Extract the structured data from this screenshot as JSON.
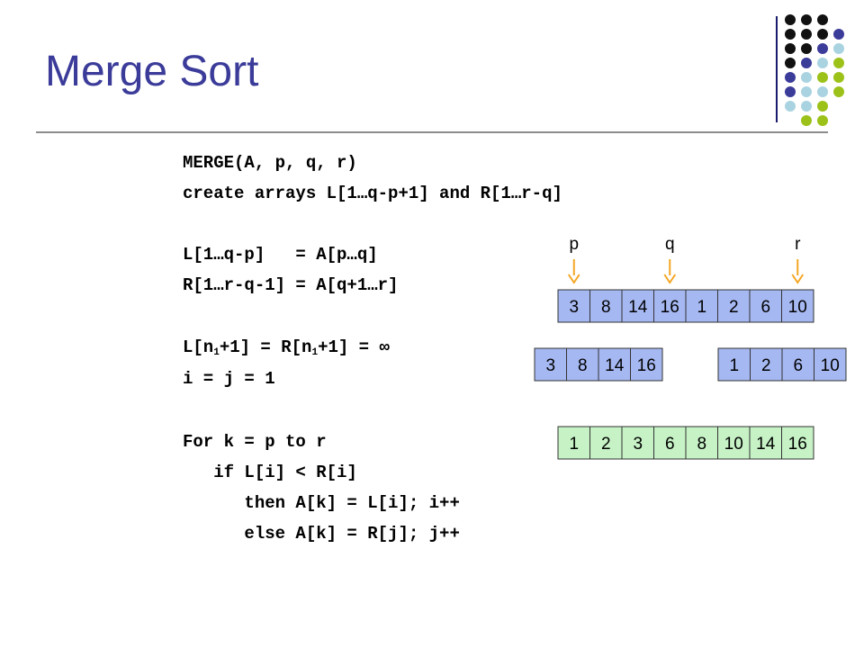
{
  "slide": {
    "title": "Merge Sort"
  },
  "code": {
    "l1": "MERGE(A, p, q, r)",
    "l2": "create arrays L[1…q-p+1] and R[1…r-q]",
    "l3": "L[1…q-p]   = A[p…q]",
    "l4": "R[1…r-q-1] = A[q+1…r]",
    "l5a": "L[n",
    "l5sub1": "1",
    "l5b": "+1] = R[n",
    "l5sub2": "1",
    "l5c": "+1] = ∞",
    "l6": "i = j = 1",
    "l7": "For k = p to r",
    "l8": "   if L[i] < R[i]",
    "l9": "      then A[k] = L[i]; i++",
    "l10": "      else A[k] = R[j]; j++"
  },
  "diagram": {
    "pointers": [
      {
        "label": "p",
        "index": 0
      },
      {
        "label": "q",
        "index": 3
      },
      {
        "label": "r",
        "index": 7
      }
    ],
    "array_A": [
      "3",
      "8",
      "14",
      "16",
      "1",
      "2",
      "6",
      "10"
    ],
    "array_L": [
      "3",
      "8",
      "14",
      "16"
    ],
    "array_R": [
      "1",
      "2",
      "6",
      "10"
    ],
    "array_merged": [
      "1",
      "2",
      "3",
      "6",
      "8",
      "10",
      "14",
      "16"
    ],
    "colors": {
      "cell_blue": "#a6b8f2",
      "cell_green": "#c6f2c6",
      "pointer_arrow": "#f5a623"
    }
  },
  "decor": {
    "colors": {
      "black": "#111111",
      "purple": "#3b3b9a",
      "light_blue": "#a9d3e0",
      "green": "#9cc21a"
    }
  }
}
